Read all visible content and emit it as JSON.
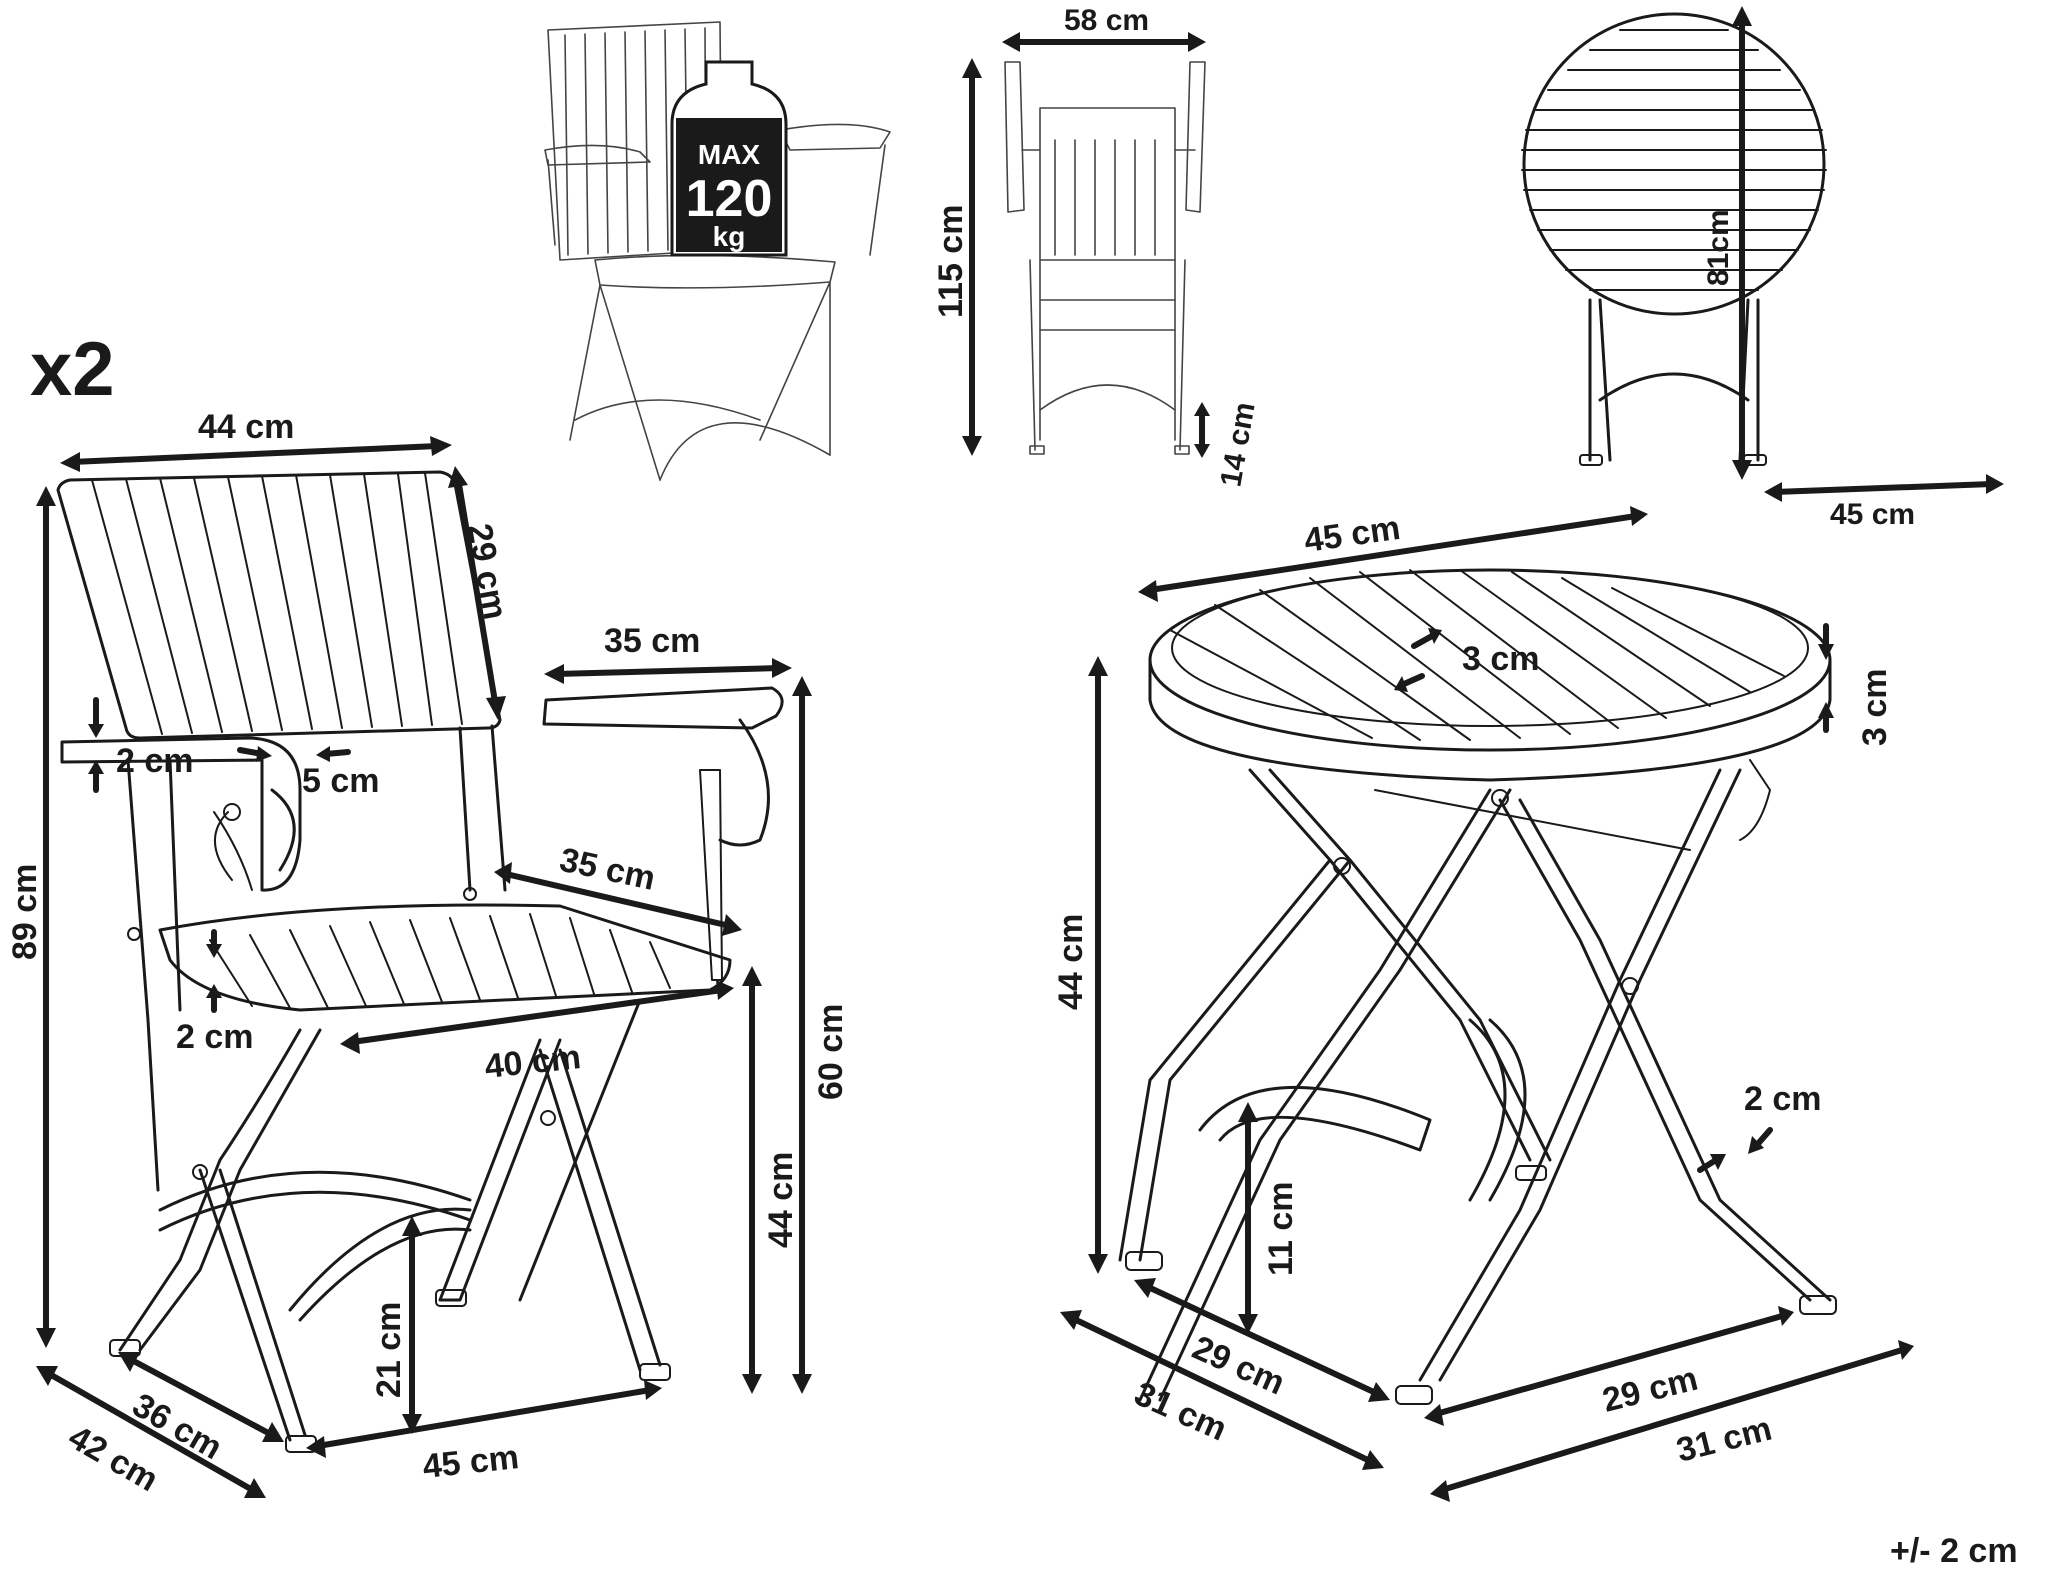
{
  "quantity_label": "x2",
  "max_load": {
    "line1": "MAX",
    "line2": "120",
    "line3": "kg"
  },
  "tolerance": "+/- 2 cm",
  "chair_side_view": {
    "width": "58 cm",
    "height": "115 cm",
    "crossbar": "14 cm"
  },
  "table_folded_view": {
    "height": "81cm",
    "width": "45 cm"
  },
  "chair": {
    "backrest_width": "44 cm",
    "backrest_height": "29 cm",
    "armrest_length": "35 cm",
    "armrest_thickness": "2 cm",
    "armrest_width": "5 cm",
    "seat_depth": "35 cm",
    "seat_thickness": "2 cm",
    "seat_width": "40 cm",
    "total_height": "89 cm",
    "armrest_height": "60 cm",
    "seat_height": "44 cm",
    "crossbar_height": "21 cm",
    "base_width": "45 cm",
    "base_depth_inner": "36 cm",
    "base_depth_outer": "42 cm"
  },
  "table": {
    "top_diameter": "45 cm",
    "slat_gap": "3 cm",
    "top_thickness": "3 cm",
    "height": "44 cm",
    "leg_width": "2 cm",
    "crossbar_height": "11 cm",
    "inner_left": "29 cm",
    "inner_right": "29 cm",
    "outer_left": "31 cm",
    "outer_right": "31 cm"
  }
}
